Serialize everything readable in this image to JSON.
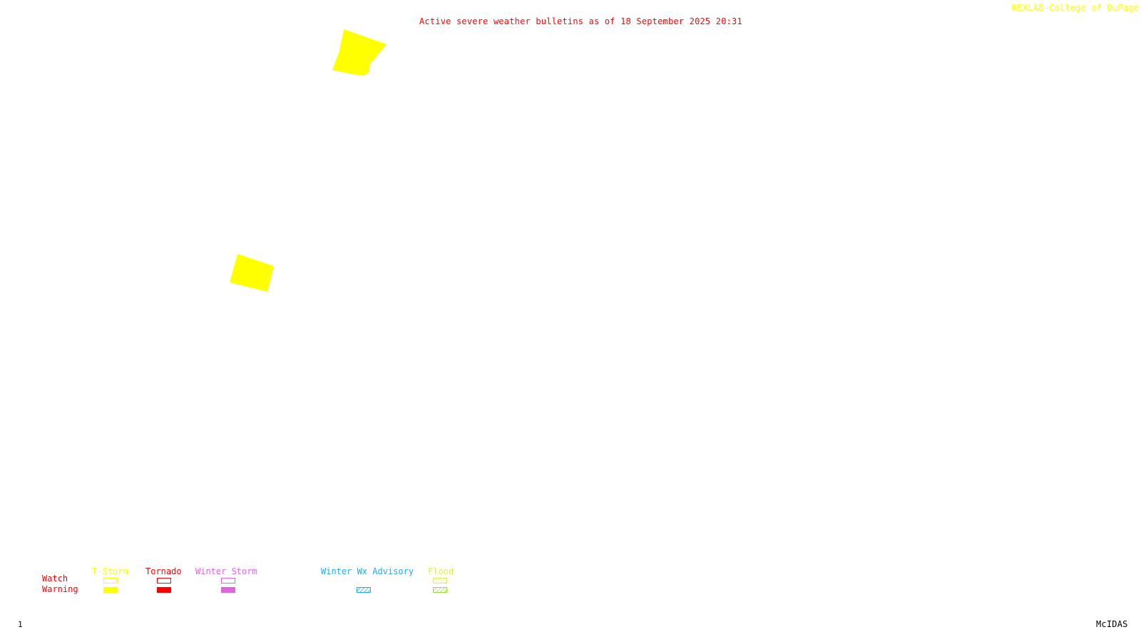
{
  "header": {
    "title": "Active severe weather bulletins as of 18 September 2025 20:31",
    "credit": "NEXLAB-College of DuPage R"
  },
  "footer": {
    "frame_number": "1",
    "software": "McIDAS"
  },
  "colors": {
    "title": "#ff0000",
    "credit": "#ffff00",
    "tstorm": "#ffff00",
    "tornado": "#ff0000",
    "winter_storm": "#dd66dd",
    "winter_wx_advisory": "#22aaee",
    "flood": "#99dd33",
    "background": "#ffffff"
  },
  "legend": {
    "rows": {
      "watch": "Watch",
      "warning": "Warning"
    },
    "categories": [
      {
        "key": "tstorm",
        "label": "T-Storm",
        "watch": "outline",
        "warning": "filled",
        "color": "#ffff00"
      },
      {
        "key": "tornado",
        "label": "Tornado",
        "watch": "outline",
        "warning": "filled",
        "color": "#ff0000"
      },
      {
        "key": "winter_storm",
        "label": "Winter Storm",
        "watch": "outline",
        "warning": "filled",
        "color": "#dd66dd"
      },
      {
        "key": "winter_wx_advisory",
        "label": "Winter Wx Advisory",
        "watch": "none",
        "warning": "hatched",
        "color": "#22aaee"
      },
      {
        "key": "flood",
        "label": "Flood",
        "watch": "hatched",
        "warning": "hatched",
        "color": "#99dd33"
      }
    ]
  },
  "active_areas": [
    {
      "type": "T-Storm Warning",
      "color": "#ffff00"
    },
    {
      "type": "T-Storm Warning",
      "color": "#ffff00"
    }
  ]
}
